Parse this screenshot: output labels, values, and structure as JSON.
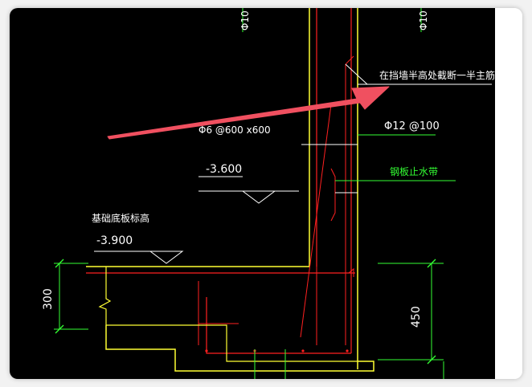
{
  "colors": {
    "background": "#000000",
    "red": "#ff2020",
    "yellow": "#ffff33",
    "green": "#33ff33",
    "white": "#ffffff",
    "arrow": "#f05060"
  },
  "drawing": {
    "top_bar_left": "Φ10",
    "top_bar_right": "Φ10",
    "note_cut_rebar": "在挡墙半高处截断一半主筋",
    "stirrup_label": "Φ6 @600 x600",
    "bar_label": "Φ12 @100",
    "waterstop_label": "钢板止水带",
    "level_upper": "-3.600",
    "foundation_label": "基础底板标高",
    "level_lower": "-3.900",
    "dim_left": "300",
    "dim_right": "450"
  },
  "annotation": {
    "arrow_icon": "red-arrow-pointer"
  }
}
